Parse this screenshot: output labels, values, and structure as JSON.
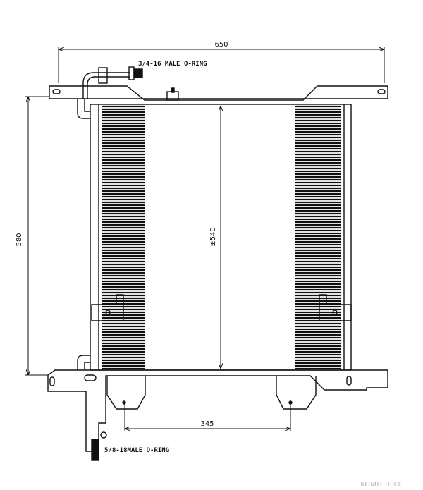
{
  "drawing": {
    "title": "Condenser technical drawing",
    "dimensions": {
      "overall_width": "650",
      "overall_height": "580",
      "core_height": "±540",
      "mount_spacing": "345"
    },
    "labels": {
      "top_fitting": "3/4-16 MALE O-RING",
      "bottom_fitting": "5/8-18MALE O-RING"
    },
    "watermark": "KOMПЛЕКТ"
  }
}
